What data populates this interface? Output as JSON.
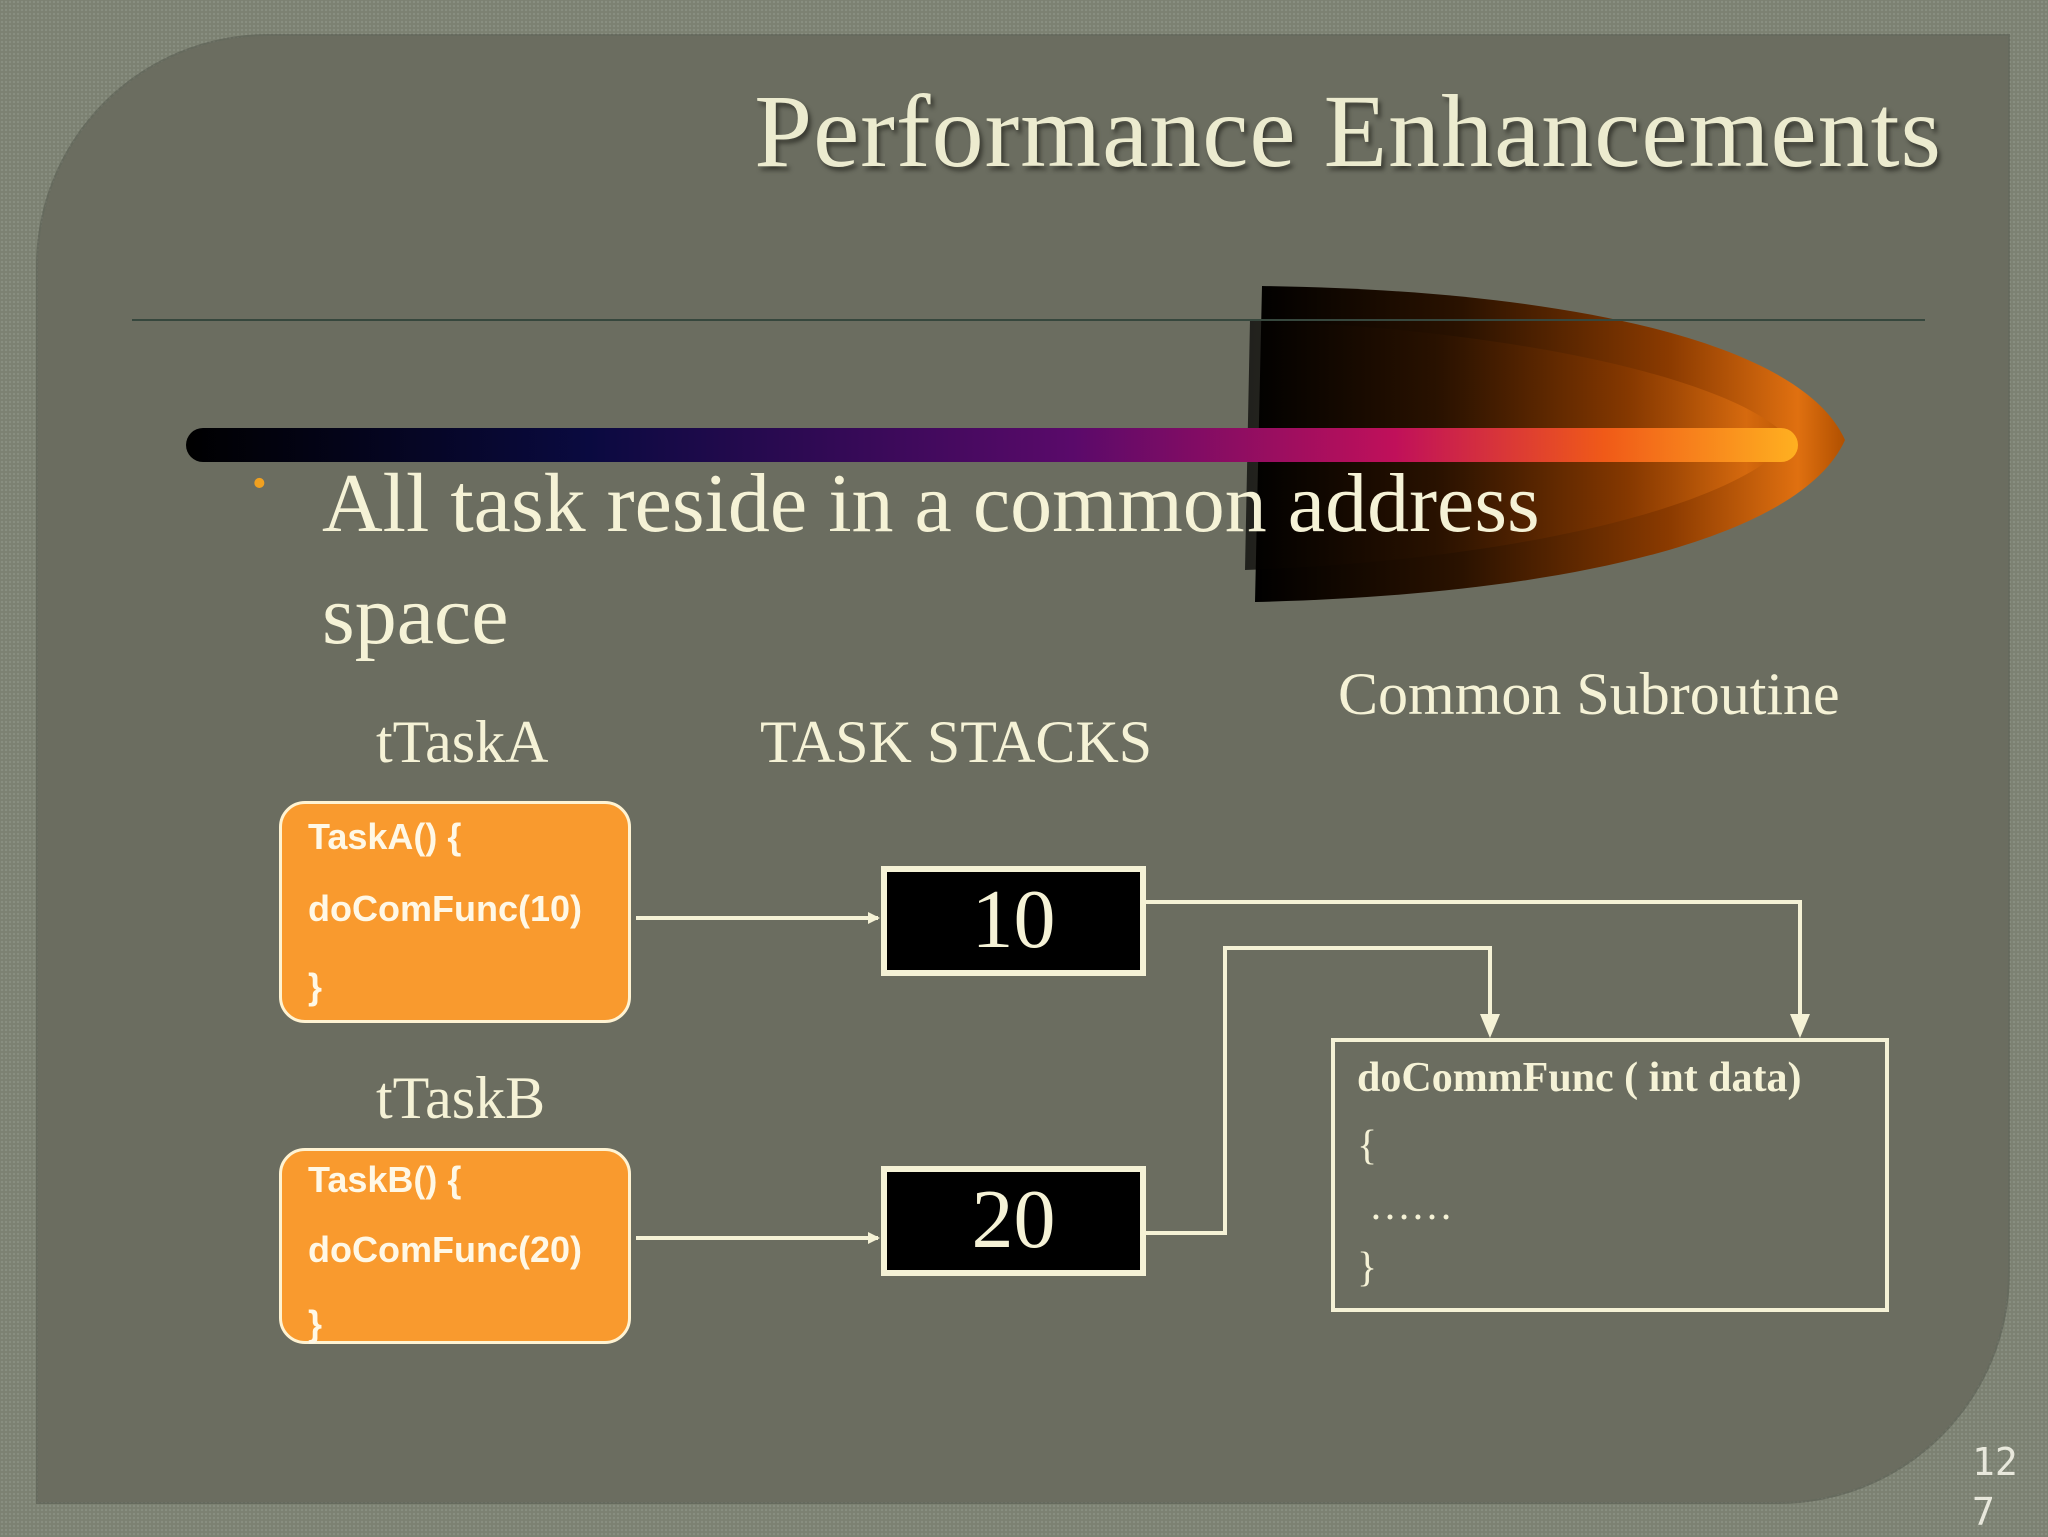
{
  "slide": {
    "title": "Performance Enhancements",
    "bullet_marker": "•",
    "bullet_text": "All task reside in a common address space",
    "page_number": "127"
  },
  "diagram": {
    "task_a": {
      "label": "tTaskA",
      "lines": [
        "TaskA() {",
        "doComFunc(10)",
        "}"
      ]
    },
    "task_b": {
      "label": "tTaskB",
      "lines": [
        "TaskB() {",
        "doComFunc(20)",
        "}"
      ]
    },
    "stacks_label": "TASK STACKS",
    "stack_values": [
      "10",
      "20"
    ],
    "subroutine_label": "Common Subroutine",
    "subroutine_lines": [
      "doCommFunc ( int data)",
      "{",
      "……",
      "}"
    ]
  },
  "colors": {
    "task_box_fill": "#f99a2e",
    "text_cream": "#f5f2d6",
    "panel_bg": "#6b6d60"
  }
}
